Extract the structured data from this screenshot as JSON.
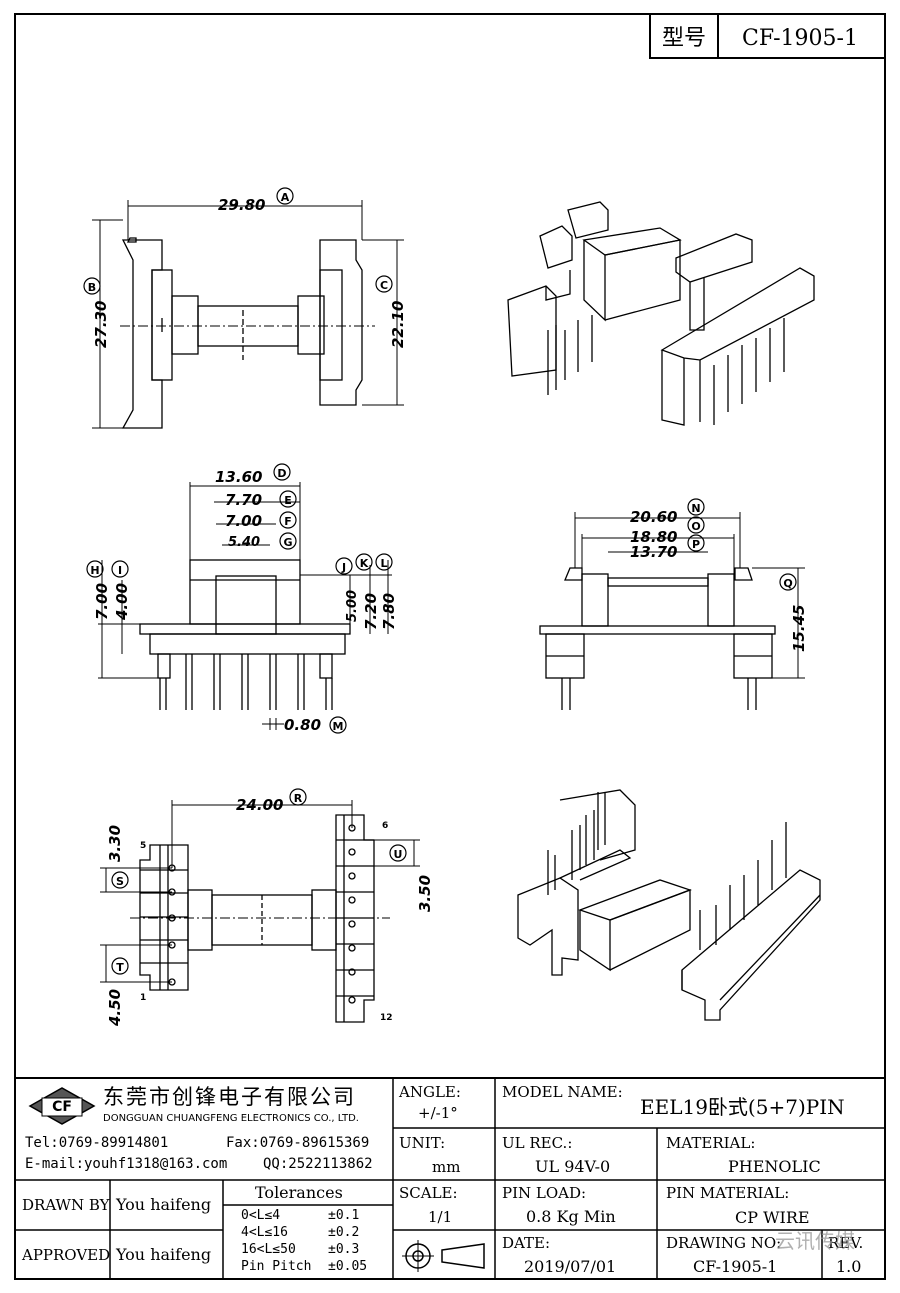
{
  "header": {
    "type_label": "型号",
    "model_code": "CF-1905-1"
  },
  "views": {
    "top": {
      "dims": [
        {
          "value": "29.80",
          "tag": "A"
        },
        {
          "value": "27.30",
          "tag": "B"
        },
        {
          "value": "22.10",
          "tag": "C"
        }
      ]
    },
    "front": {
      "dims": [
        {
          "value": "13.60",
          "tag": "D"
        },
        {
          "value": "7.70",
          "tag": "E"
        },
        {
          "value": "7.00",
          "tag": "F"
        },
        {
          "value": "5.40",
          "tag": "G"
        },
        {
          "value": "7.00",
          "tag": "H"
        },
        {
          "value": "4.00",
          "tag": "I"
        },
        {
          "value": "5.00",
          "tag": "J"
        },
        {
          "value": "7.20",
          "tag": "K"
        },
        {
          "value": "7.80",
          "tag": "L"
        },
        {
          "value": "0.80",
          "tag": "M"
        }
      ]
    },
    "side": {
      "dims": [
        {
          "value": "20.60",
          "tag": "N"
        },
        {
          "value": "18.80",
          "tag": "O"
        },
        {
          "value": "13.70",
          "tag": "P"
        },
        {
          "value": "15.45",
          "tag": "Q"
        }
      ]
    },
    "bottom": {
      "dims": [
        {
          "value": "24.00",
          "tag": "R"
        },
        {
          "value": "3.30",
          "tag": "S"
        },
        {
          "value": "4.50",
          "tag": "T"
        },
        {
          "value": "3.50",
          "tag": "U"
        }
      ],
      "pin_labels": [
        "5",
        "1",
        "6",
        "12"
      ]
    }
  },
  "title_block": {
    "company_cn": "东莞市创锋电子有限公司",
    "company_en": "DONGGUAN CHUANGFENG ELECTRONICS CO., LTD.",
    "logo_text": "CF",
    "tel": "Tel:0769-89914801",
    "fax": "Fax:0769-89615369",
    "email": "E-mail:youhf1318@163.com",
    "qq": "QQ:2522113862",
    "drawn_by_label": "DRAWN BY",
    "drawn_by": "You haifeng",
    "approved_label": "APPROVED",
    "approved_by": "You haifeng",
    "tolerances_title": "Tolerances",
    "tolerances": [
      {
        "range": "0<L≤4",
        "value": "±0.1"
      },
      {
        "range": "4<L≤16",
        "value": "±0.2"
      },
      {
        "range": "16<L≤50",
        "value": "±0.3"
      },
      {
        "range": "Pin Pitch",
        "value": "±0.05"
      }
    ],
    "angle_label": "ANGLE:",
    "angle_value": "+/-1°",
    "unit_label": "UNIT:",
    "unit_value": "mm",
    "scale_label": "SCALE:",
    "scale_value": "1/1",
    "model_name_label": "MODEL NAME:",
    "model_name": "EEL19卧式(5+7)PIN",
    "ul_label": "UL REC.:",
    "ul_value": "UL 94V-0",
    "material_label": "MATERIAL:",
    "material_value": "PHENOLIC",
    "pin_load_label": "PIN LOAD:",
    "pin_load_value": "0.8 Kg Min",
    "pin_material_label": "PIN MATERIAL:",
    "pin_material_value": "CP WIRE",
    "date_label": "DATE:",
    "date_value": "2019/07/01",
    "drawing_no_label": "DRAWING NO:",
    "drawing_no_value": "CF-1905-1",
    "rev_label": "REV.",
    "rev_value": "1.0",
    "watermark": "云讯传媒"
  }
}
